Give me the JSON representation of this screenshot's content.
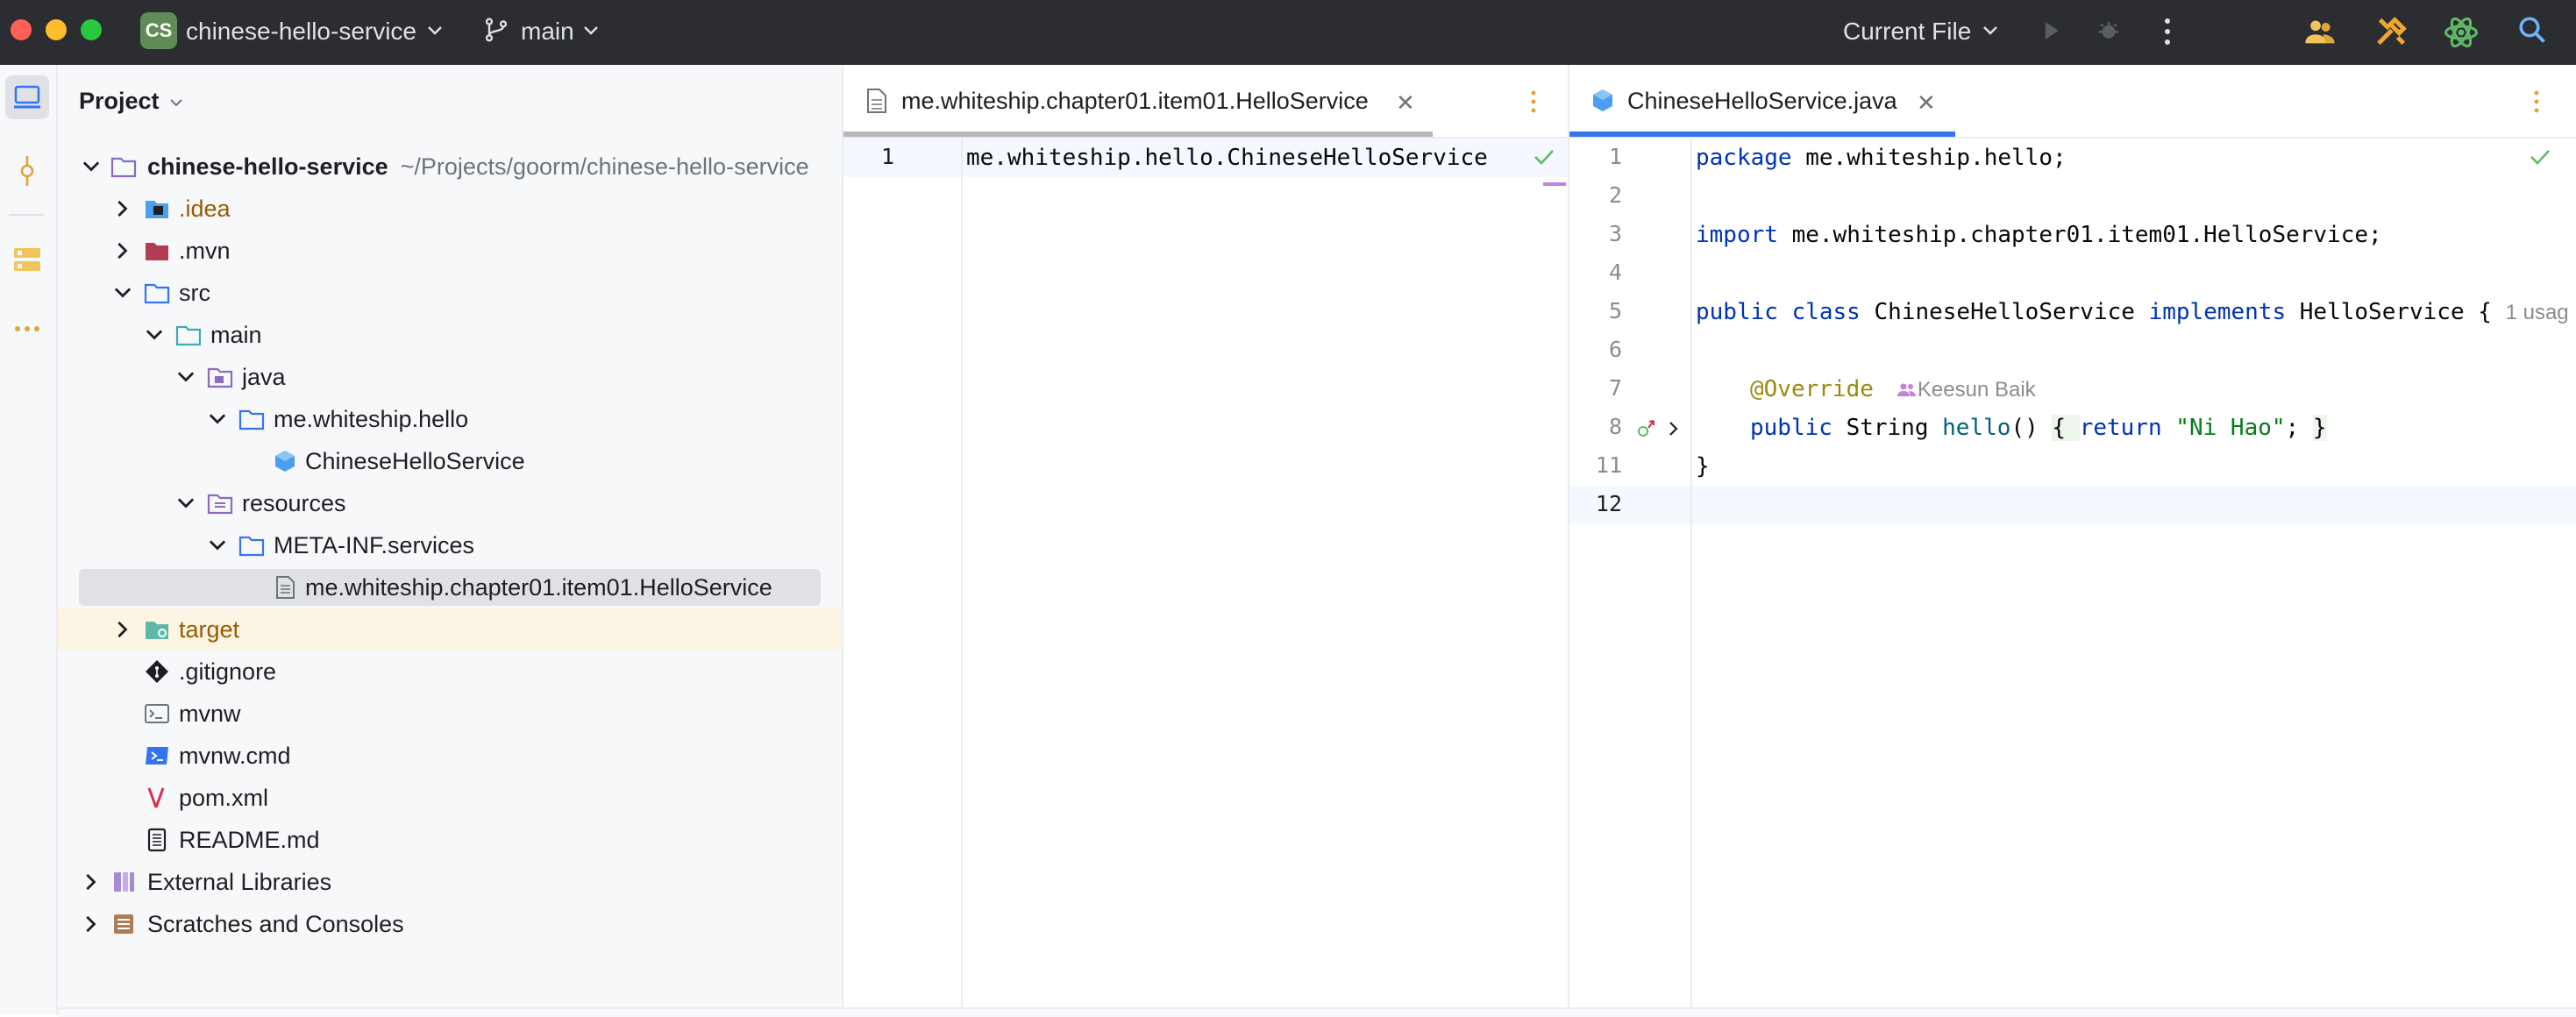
{
  "titlebar": {
    "project_badge": "CS",
    "project_name": "chinese-hello-service",
    "branch": "main",
    "run_config": "Current File"
  },
  "project_panel": {
    "title": "Project",
    "root": {
      "label": "chinese-hello-service",
      "path": "~/Projects/goorm/chinese-hello-service"
    },
    "items": [
      {
        "label": ".idea"
      },
      {
        "label": ".mvn"
      },
      {
        "label": "src"
      },
      {
        "label": "main"
      },
      {
        "label": "java"
      },
      {
        "label": "me.whiteship.hello"
      },
      {
        "label": "ChineseHelloService"
      },
      {
        "label": "resources"
      },
      {
        "label": "META-INF.services"
      },
      {
        "label": "me.whiteship.chapter01.item01.HelloService"
      },
      {
        "label": "target"
      },
      {
        "label": ".gitignore"
      },
      {
        "label": "mvnw"
      },
      {
        "label": "mvnw.cmd"
      },
      {
        "label": "pom.xml"
      },
      {
        "label": "README.md"
      },
      {
        "label": "External Libraries"
      },
      {
        "label": "Scratches and Consoles"
      }
    ]
  },
  "left_editor": {
    "tab_label": "me.whiteship.chapter01.item01.HelloService",
    "lines": [
      {
        "num": "1",
        "text": "me.whiteship.hello.ChineseHelloService"
      }
    ]
  },
  "right_editor": {
    "tab_label": "ChineseHelloService.java",
    "line_numbers": [
      "1",
      "2",
      "3",
      "4",
      "5",
      "6",
      "7",
      "8",
      "11",
      "12"
    ],
    "code": {
      "l1_kw": "package",
      "l1_rest": " me.whiteship.hello;",
      "l3_kw": "import",
      "l3_rest": " me.whiteship.chapter01.item01.HelloService;",
      "l5_kw1": "public class",
      "l5_name": " ChineseHelloService ",
      "l5_kw2": "implements",
      "l5_rest": " HelloService {",
      "l5_hint": "1 usag",
      "l7_ann": "@Override",
      "l7_author": "Keesun Baik",
      "l8_kw": "public",
      "l8_type": " String ",
      "l8_fn": "hello",
      "l8_parens": "() ",
      "l8_open": "{ ",
      "l8_ret": "return",
      "l8_str": "\"Ni Hao\"",
      "l8_semi": "; ",
      "l8_close": "}",
      "l11": "}"
    }
  },
  "colors": {
    "titlebar_bg": "#2b2d30",
    "selection": "#dfe1e5",
    "target_highlight": "#fdf5e3",
    "keyword": "#0033b3",
    "string": "#067d17",
    "annotation": "#9e880d",
    "tab_underline": "#3574f0"
  }
}
